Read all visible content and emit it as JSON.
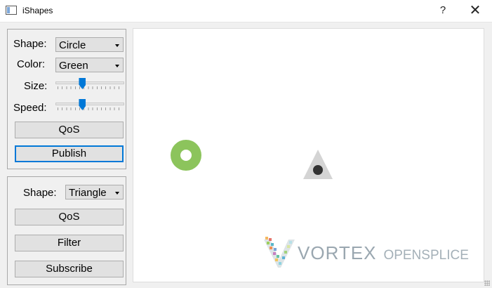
{
  "window": {
    "title": "iShapes",
    "help_label": "?",
    "close_label": "✕"
  },
  "publisher": {
    "shape_label": "Shape:",
    "shape_value": "Circle",
    "color_label": "Color:",
    "color_value": "Green",
    "size_label": "Size:",
    "size_level": 0.38,
    "speed_label": "Speed:",
    "speed_level": 0.38,
    "qos_label": "QoS",
    "publish_label": "Publish"
  },
  "subscriber": {
    "shape_label": "Shape:",
    "shape_value": "Triangle",
    "qos_label": "QoS",
    "filter_label": "Filter",
    "subscribe_label": "Subscribe"
  },
  "canvas": {
    "circle_color": "#8cc45c",
    "triangle_color": "#d4d4d4",
    "logo_main": "VORTEX",
    "logo_sub": "OPENSPLICE"
  },
  "icons": [
    "app-window-icon",
    "help-icon",
    "close-icon",
    "dropdown-caret-icon",
    "slider-thumb-icon",
    "vortex-logo-icon",
    "resize-grip-icon"
  ]
}
